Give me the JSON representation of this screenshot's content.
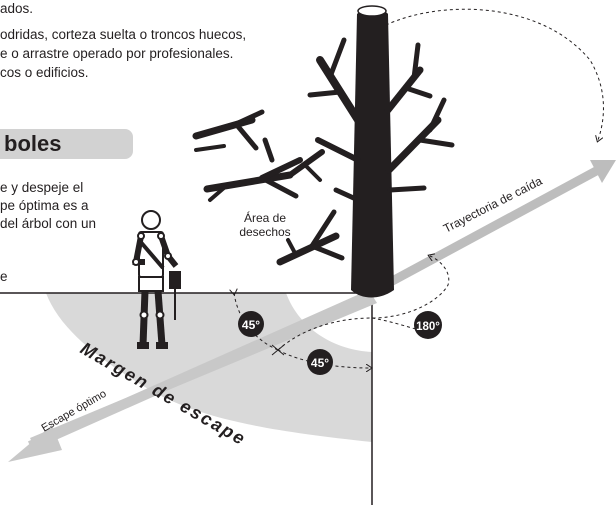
{
  "intro_lines": [
    "ados.",
    "odridas, corteza suelta o troncos huecos,",
    "e o arrastre operado por profesionales.",
    "cos o edificios."
  ],
  "section_title": "boles",
  "body_lines": [
    "e y despeje el",
    "pe óptima es a",
    "del árbol con un",
    "",
    "e"
  ],
  "labels": {
    "debris_area_line1": "Área de",
    "debris_area_line2": "desechos",
    "fall_path": "Trayectoria de caída",
    "escape_margin": "Margen de escape",
    "optimal_escape": "Escape óptimo",
    "angle_45_a": "45°",
    "angle_45_b": "45°",
    "angle_180": "180°"
  },
  "colors": {
    "ink": "#231f20",
    "zone_gray": "#d9d9d9",
    "arrow_gray": "#bdbdbd",
    "header_gray": "#d2d2d2"
  }
}
